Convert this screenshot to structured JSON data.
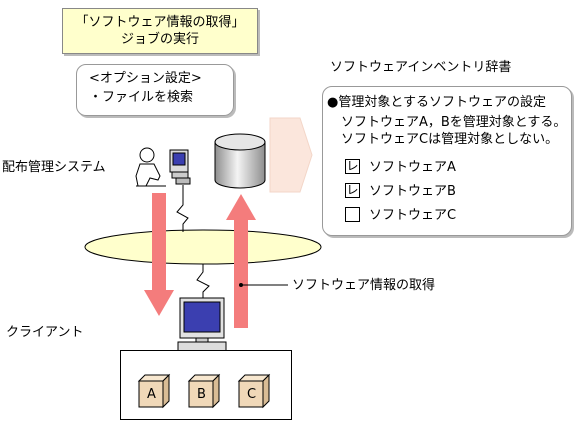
{
  "job": {
    "line1": "「ソフトウェア情報の取得」",
    "line2": "ジョブの実行"
  },
  "options": {
    "line1": "<オプション設定>",
    "line2": "・ファイルを検索"
  },
  "dictionary": {
    "title": "ソフトウェアインベントリ辞書",
    "heading": "●管理対象とするソフトウェアの設定",
    "note1": "ソフトウェアA，Bを管理対象とする。",
    "note2": "ソフトウェアCは管理対象としない。",
    "items": [
      {
        "label": "ソフトウェアA",
        "mark": "レ"
      },
      {
        "label": "ソフトウェアB",
        "mark": "レ"
      },
      {
        "label": "ソフトウェアC",
        "mark": ""
      }
    ]
  },
  "labels": {
    "management_system": "配布管理システム",
    "client": "クライアント",
    "software_info": "ソフトウェア情報の取得"
  },
  "packages": [
    "A",
    "B",
    "C"
  ],
  "colors": {
    "note_fill": "#ffffcc",
    "network_fill": "#ffffcc",
    "arrow": "#f47c7c",
    "monitor_screen": "#3b3fb0",
    "package": "#f0d8b8"
  }
}
